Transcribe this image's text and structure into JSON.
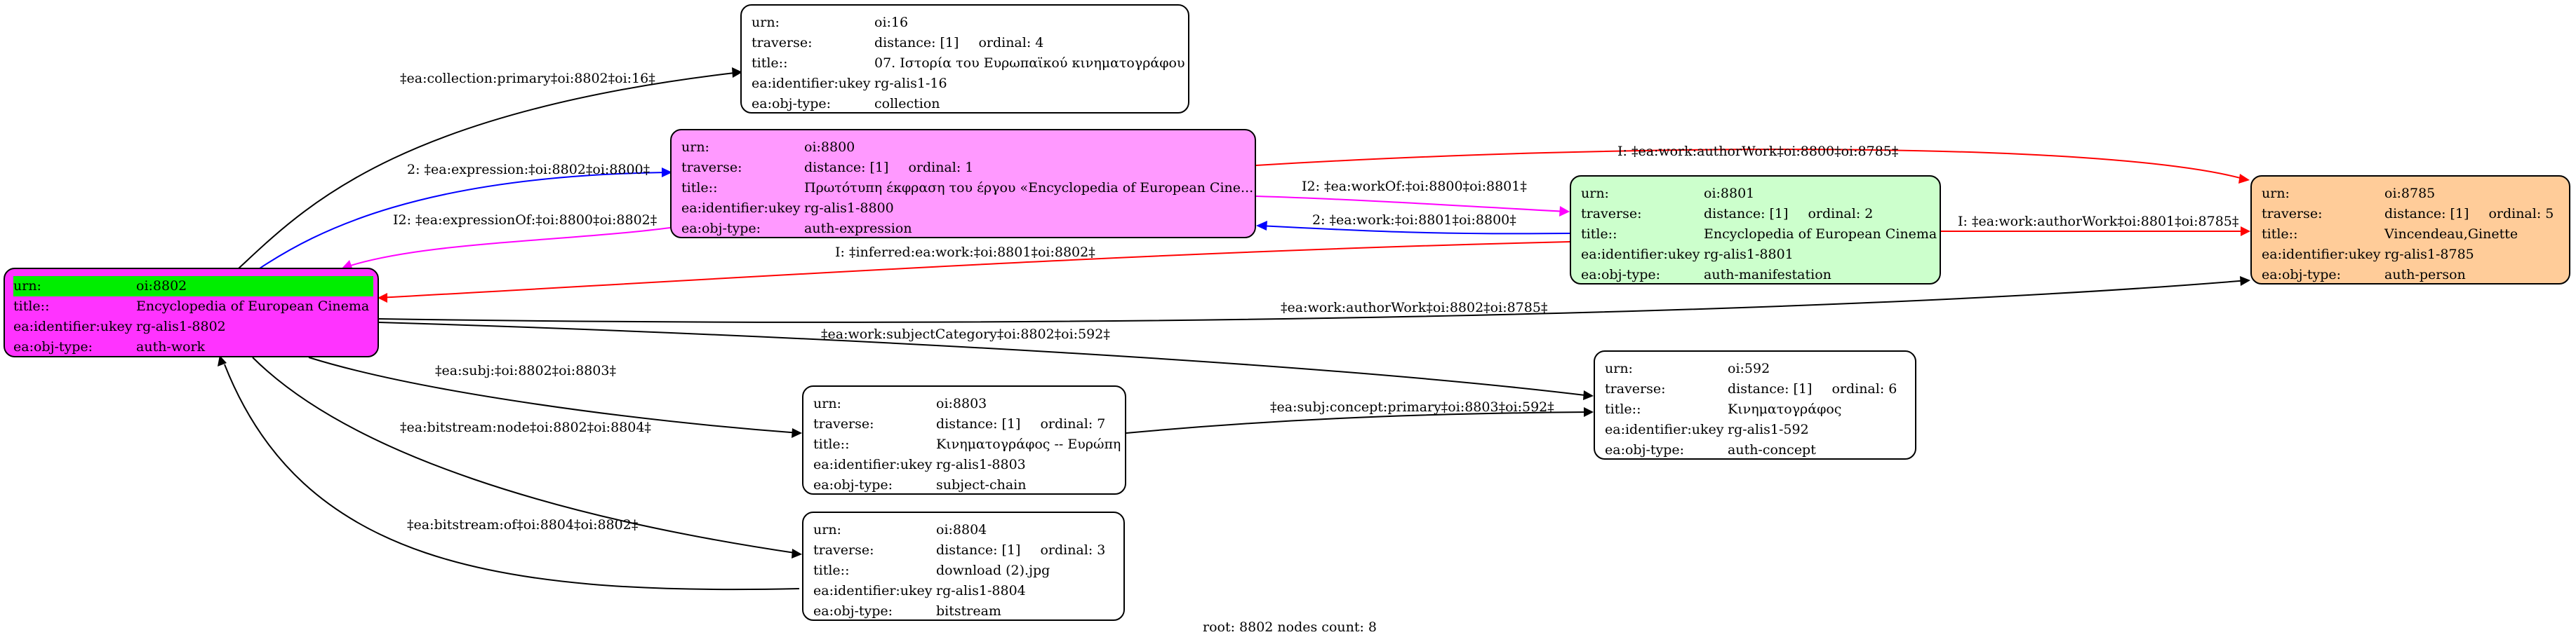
{
  "colors": {
    "root_bg": "#ff33ff",
    "root_urn_highlight": "#00ee00",
    "expression_bg": "#ff99ff",
    "manifestation_bg": "#ccffcc",
    "person_bg": "#ffcc99",
    "plain_bg": "#ffffff",
    "edge_black": "#000000",
    "edge_blue": "#0000ff",
    "edge_red": "#ff0000",
    "edge_magenta": "#ff00ff"
  },
  "nodes": {
    "n16": {
      "urn": "oi:16",
      "distance": "distance: [1]",
      "ordinal": "ordinal: 4",
      "title": "07. Ιστορία του Ευρωπαϊκού κινηματογράφου",
      "ukey": "rg-alis1-16",
      "type": "collection"
    },
    "n8800": {
      "urn": "oi:8800",
      "distance": "distance: [1]",
      "ordinal": "ordinal: 1",
      "title": "Πρωτότυπη έκφραση του έργου «Encyclopedia of European Cine...",
      "ukey": "rg-alis1-8800",
      "type": "auth-expression"
    },
    "n8801": {
      "urn": "oi:8801",
      "distance": "distance: [1]",
      "ordinal": "ordinal: 2",
      "title": "Encyclopedia of European Cinema",
      "ukey": "rg-alis1-8801",
      "type": "auth-manifestation"
    },
    "n8785": {
      "urn": "oi:8785",
      "distance": "distance: [1]",
      "ordinal": "ordinal: 5",
      "title": "Vincendeau,Ginette",
      "ukey": "rg-alis1-8785",
      "type": "auth-person"
    },
    "n8802": {
      "urn": "oi:8802",
      "title": "Encyclopedia of European Cinema",
      "ukey": "rg-alis1-8802",
      "type": "auth-work"
    },
    "n592": {
      "urn": "oi:592",
      "distance": "distance: [1]",
      "ordinal": "ordinal: 6",
      "title": "Κινηματογράφος",
      "ukey": "rg-alis1-592",
      "type": "auth-concept"
    },
    "n8803": {
      "urn": "oi:8803",
      "distance": "distance: [1]",
      "ordinal": "ordinal: 7",
      "title": "Κινηματογράφος -- Ευρώπη",
      "ukey": "rg-alis1-8803",
      "type": "subject-chain"
    },
    "n8804": {
      "urn": "oi:8804",
      "distance": "distance: [1]",
      "ordinal": "ordinal: 3",
      "title": "download (2).jpg",
      "ukey": "rg-alis1-8804",
      "type": "bitstream"
    }
  },
  "field_labels": {
    "urn": "urn:",
    "traverse": "traverse:",
    "title": "title::",
    "ukey": "ea:identifier:ukey",
    "type": "ea:obj-type:"
  },
  "edges": [
    {
      "label": "‡ea:collection:primary‡oi:8802‡oi:16‡",
      "color": "edge_black"
    },
    {
      "label": "2: ‡ea:expression:‡oi:8802‡oi:8800‡",
      "color": "edge_blue"
    },
    {
      "label": "I2: ‡ea:expressionOf:‡oi:8800‡oi:8802‡",
      "color": "edge_magenta"
    },
    {
      "label": "I: ‡ea:work:authorWork‡oi:8800‡oi:8785‡",
      "color": "edge_red"
    },
    {
      "label": "I2: ‡ea:workOf:‡oi:8800‡oi:8801‡",
      "color": "edge_magenta"
    },
    {
      "label": "2: ‡ea:work:‡oi:8801‡oi:8800‡",
      "color": "edge_blue"
    },
    {
      "label": "I: ‡inferred:ea:work:‡oi:8801‡oi:8802‡",
      "color": "edge_red"
    },
    {
      "label": "I: ‡ea:work:authorWork‡oi:8801‡oi:8785‡",
      "color": "edge_red"
    },
    {
      "label": "‡ea:work:authorWork‡oi:8802‡oi:8785‡",
      "color": "edge_black"
    },
    {
      "label": "‡ea:work:subjectCategory‡oi:8802‡oi:592‡",
      "color": "edge_black"
    },
    {
      "label": "‡ea:subj:‡oi:8802‡oi:8803‡",
      "color": "edge_black"
    },
    {
      "label": "‡ea:subj:concept:primary‡oi:8803‡oi:592‡",
      "color": "edge_black"
    },
    {
      "label": "‡ea:bitstream:node‡oi:8802‡oi:8804‡",
      "color": "edge_black"
    },
    {
      "label": "‡ea:bitstream:of‡oi:8804‡oi:8802‡",
      "color": "edge_black"
    }
  ],
  "footer": "root: 8802 nodes count: 8"
}
